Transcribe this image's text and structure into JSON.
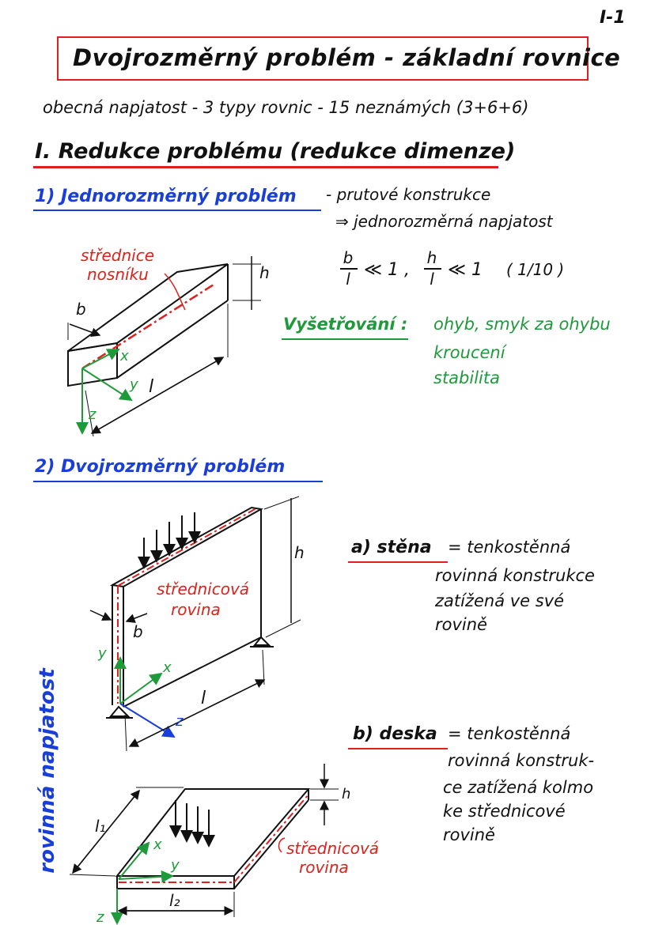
{
  "page_number": "I-1",
  "title": "Dvojrozměrný problém - základní rovnice",
  "intro": "obecná napjatost - 3 typy rovnic - 15 neznámých (3+6+6)",
  "section": "I. Redukce problému (redukce dimenze)",
  "one_d": {
    "heading": "1) Jednorozměrný problém",
    "desc_line1": "- prutové konstrukce",
    "desc_line2": "⇒ jednorozměrná napjatost",
    "condition": "b/l ≪ 1 ,  h/l ≪ 1   ( 1/10 )",
    "label_center_line1": "střednice",
    "label_center_line2": "nosníku",
    "dim_b": "b",
    "dim_h": "h",
    "dim_l": "l",
    "axis_x": "x",
    "axis_y": "y",
    "axis_z": "z",
    "investigation_label": "Vyšetřování :",
    "investigation_items": [
      "ohyb, smyk za ohybu",
      "kroucení",
      "stabilita"
    ]
  },
  "two_d": {
    "heading": "2) Dvojrozměrný problém",
    "wall": {
      "label": "a) stěna",
      "def_line1": "= tenkostěnná",
      "def_line2": "rovinná konstrukce",
      "def_line3": "zatížená ve své",
      "def_line4": "rovině",
      "mid_plane_line1": "střednicová",
      "mid_plane_line2": "rovina",
      "dim_h": "h",
      "dim_b": "b",
      "dim_l": "l",
      "axis_x": "x",
      "axis_y": "y",
      "axis_z": "z"
    },
    "plate": {
      "label": "b) deska",
      "def_line1": "= tenkostěnná",
      "def_line2": "rovinná konstruk-",
      "def_line3": "ce zatížená kolmo",
      "def_line4": "ke střednicové",
      "def_line5": "rovině",
      "mid_plane_line1": "střednicová",
      "mid_plane_line2": "rovina",
      "dim_l1": "l₁",
      "dim_l2": "l₂",
      "dim_h": "h",
      "axis_x": "x",
      "axis_y": "y",
      "axis_z": "z"
    },
    "side_label": "rovinná napjatost"
  },
  "colors": {
    "ink": "#111111",
    "red": "#e0201c",
    "blue": "#1a3fd8",
    "green": "#1f9a3a"
  }
}
